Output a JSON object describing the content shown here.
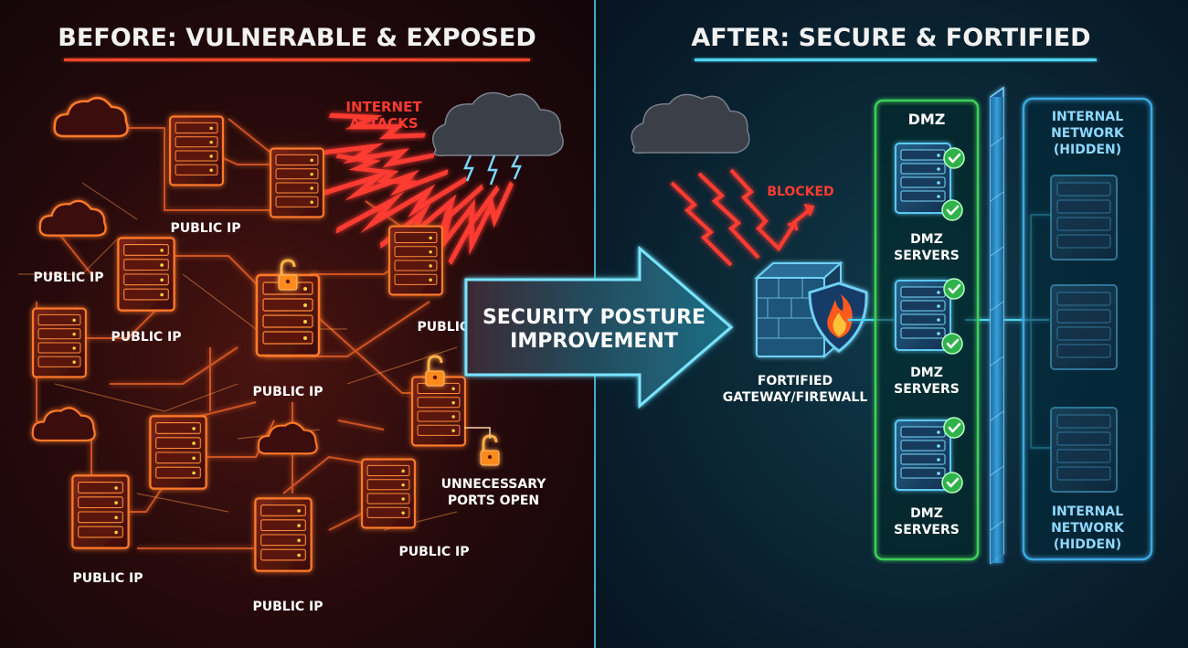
{
  "before": {
    "title": "BEFORE: VULNERABLE & EXPOSED",
    "attack_label_line1": "INTERNET",
    "attack_label_line2": "ATTACKS",
    "public_ip_label": "PUBLIC IP",
    "ports_label_line1": "UNNECESSARY",
    "ports_label_line2": "PORTS OPEN"
  },
  "transition": {
    "label_line1": "SECURITY POSTURE",
    "label_line2": "IMPROVEMENT"
  },
  "after": {
    "title": "AFTER: SECURE & FORTIFIED",
    "blocked_label": "BLOCKED",
    "firewall_label_line1": "FORTIFIED",
    "firewall_label_line2": "GATEWAY/FIREWALL",
    "dmz_title": "DMZ",
    "dmz_servers_line1": "DMZ",
    "dmz_servers_line2": "SERVERS",
    "internal_line1": "INTERNAL",
    "internal_line2": "NETWORK",
    "internal_line3": "(HIDDEN)"
  },
  "colors": {
    "danger": "#ff5a2c",
    "danger_glow": "#ff7a2a",
    "attack_red": "#ff3b30",
    "cyan": "#4fd3f0",
    "dmz_green": "#3ecf5a",
    "check_green": "#2fb24a",
    "lock_orange": "#ff9a2a"
  },
  "icons": {
    "server": "server-rack-icon",
    "cloud": "cloud-icon",
    "storm": "storm-cloud-icon",
    "lock": "open-padlock-icon",
    "firewall": "firewall-shield-icon",
    "check": "checkmark-badge-icon"
  }
}
